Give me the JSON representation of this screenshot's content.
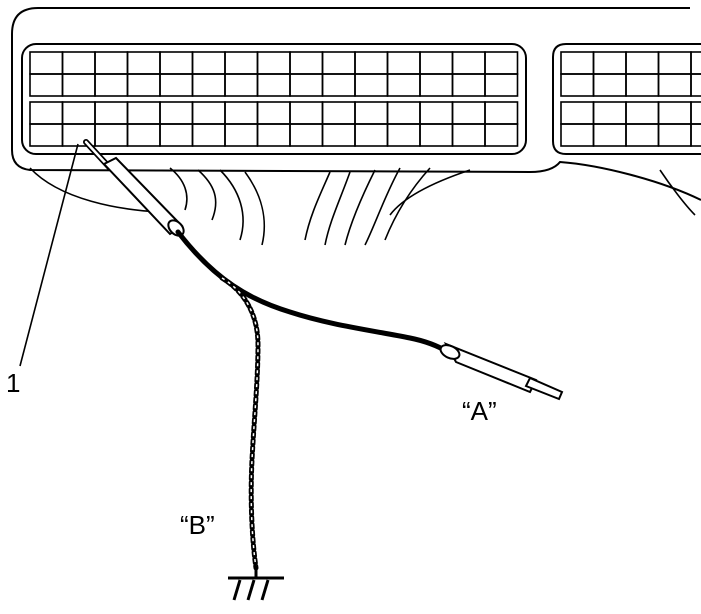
{
  "labels": {
    "callout_1": "1",
    "probe_a": "“A”",
    "probe_b": "“B”"
  },
  "colors": {
    "line": "#000000",
    "background": "#ffffff"
  }
}
